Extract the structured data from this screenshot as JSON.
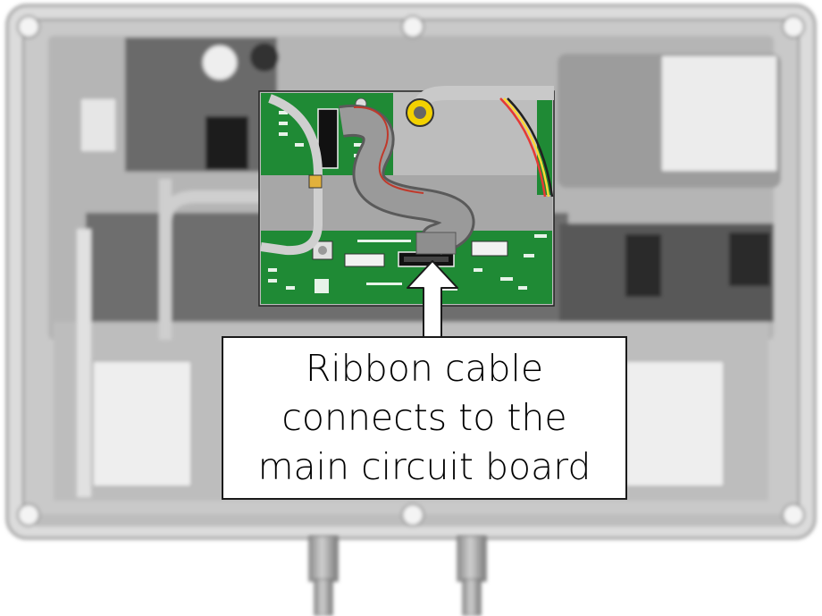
{
  "callout": {
    "lines": [
      "Ribbon cable",
      "connects to the",
      "main circuit board"
    ]
  },
  "colors": {
    "enclosure": "#d6d6d6",
    "pcb": "#1f8a35",
    "ribbon_cable": "#8d8d8d",
    "arrow": "#ffffff",
    "callout_border": "#1a1a1a"
  },
  "icons": [
    "enclosure",
    "circuit-board",
    "ribbon-cable",
    "connector",
    "callout-arrow"
  ]
}
